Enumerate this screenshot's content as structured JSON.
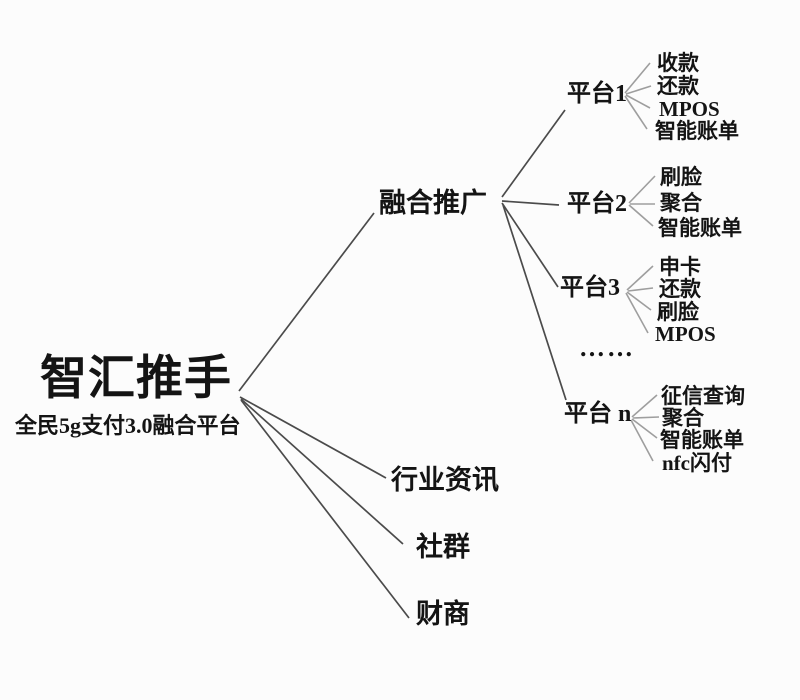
{
  "root": {
    "title": "智汇推手",
    "subtitle": "全民5g支付3.0融合平台"
  },
  "branches": [
    {
      "label": "融合推广",
      "platforms": [
        {
          "label": "平台1",
          "leaves": [
            "收款",
            "还款",
            "MPOS",
            "智能账单"
          ]
        },
        {
          "label": "平台2",
          "leaves": [
            "刷脸",
            "聚合",
            "智能账单"
          ]
        },
        {
          "label": "平台3",
          "leaves": [
            "申卡",
            "还款",
            "刷脸",
            "MPOS"
          ]
        },
        {
          "label": "……",
          "leaves": []
        },
        {
          "label": "平台 n",
          "leaves": [
            "征信查询",
            "聚合",
            "智能账单",
            "nfc闪付"
          ]
        }
      ]
    },
    {
      "label": "行业资讯",
      "platforms": []
    },
    {
      "label": "社群",
      "platforms": []
    },
    {
      "label": "财商",
      "platforms": []
    }
  ],
  "colors": {
    "background": "#fcfcfc",
    "text": "#141414",
    "line_dark": "#4b4b4b",
    "line_light": "#9e9e9e"
  }
}
